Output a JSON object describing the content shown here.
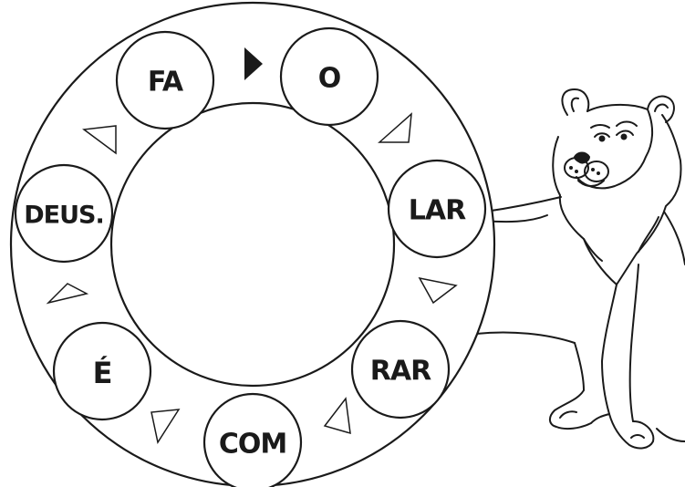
{
  "worksheet": {
    "syllables": {
      "fa": "FA",
      "o": "O",
      "lar": "LAR",
      "rar": "RAR",
      "com": "COM",
      "e": "É",
      "deus": "DEUS."
    },
    "start_marker_icon": "filled-triangle-arrow",
    "direction_arrow_icon": "outline-triangle-arrow",
    "illustration": "lion-line-drawing"
  }
}
